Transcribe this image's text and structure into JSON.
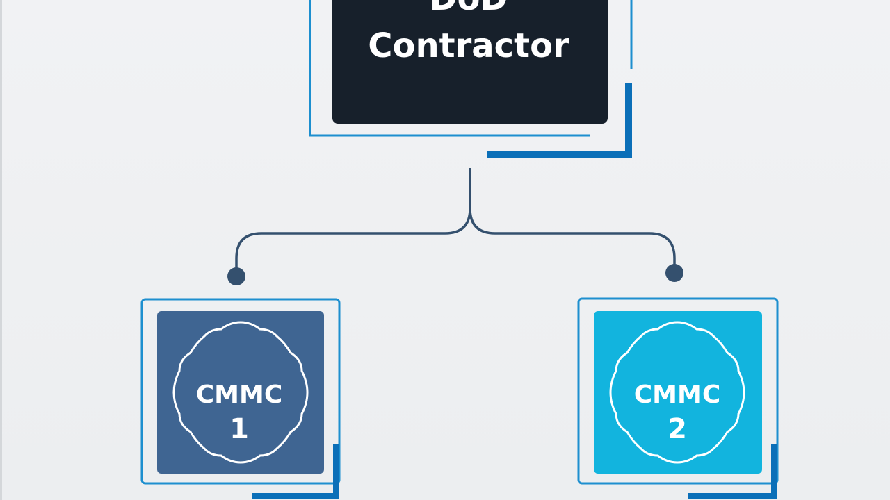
{
  "diagram": {
    "root": {
      "line1": "DoD",
      "line2": "Contractor"
    },
    "children": [
      {
        "line1": "CMMC",
        "line2": "1"
      },
      {
        "line1": "CMMC",
        "line2": "2"
      }
    ]
  },
  "colors": {
    "background": "#eef0f2",
    "root_fill": "#17202b",
    "accent_blue": "#1d8fcf",
    "accent_dark_blue": "#0b6fb8",
    "connector": "#34506e",
    "node1_fill": "#3f6592",
    "node2_fill": "#12b4de",
    "text": "#ffffff"
  }
}
